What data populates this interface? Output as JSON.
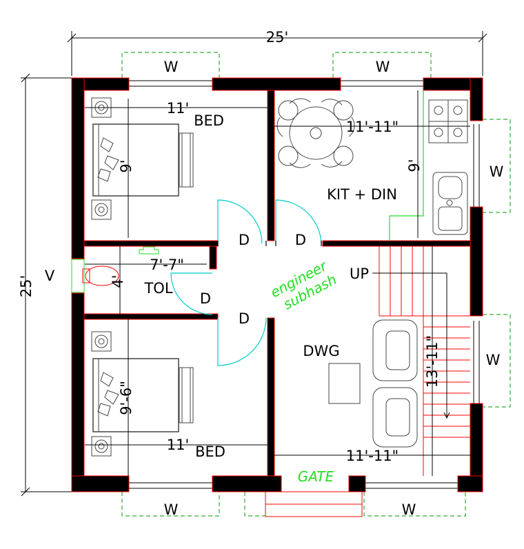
{
  "overall": {
    "width_label": "25'",
    "height_label": "25'"
  },
  "windows": {
    "label": "W"
  },
  "ventilator": {
    "label": "V"
  },
  "doors": {
    "label": "D"
  },
  "rooms": {
    "bed_top": {
      "name": "BED",
      "width": "11'",
      "depth": "9'"
    },
    "kitchen": {
      "name": "KIT + DIN",
      "width": "11'-11\"",
      "depth": "9'"
    },
    "toilet": {
      "name": "TOL",
      "width": "7'-7\"",
      "depth": "4'"
    },
    "bed_bottom": {
      "name": "BED",
      "width": "11'",
      "depth": "9'-6\""
    },
    "drawing": {
      "name": "DWG",
      "width": "11'-11\"",
      "depth": "13'-11\""
    }
  },
  "stairs": {
    "label": "UP"
  },
  "gate": {
    "label": "GATE"
  },
  "watermark": {
    "line1": "engineer",
    "line2": "subhash"
  },
  "colors": {
    "wall": "#000000",
    "wall_edge": "#ff0000",
    "stair": "#ff0000",
    "door": "#00cccc",
    "watermark": "#22dd22",
    "window_outline": "#33aa33"
  }
}
